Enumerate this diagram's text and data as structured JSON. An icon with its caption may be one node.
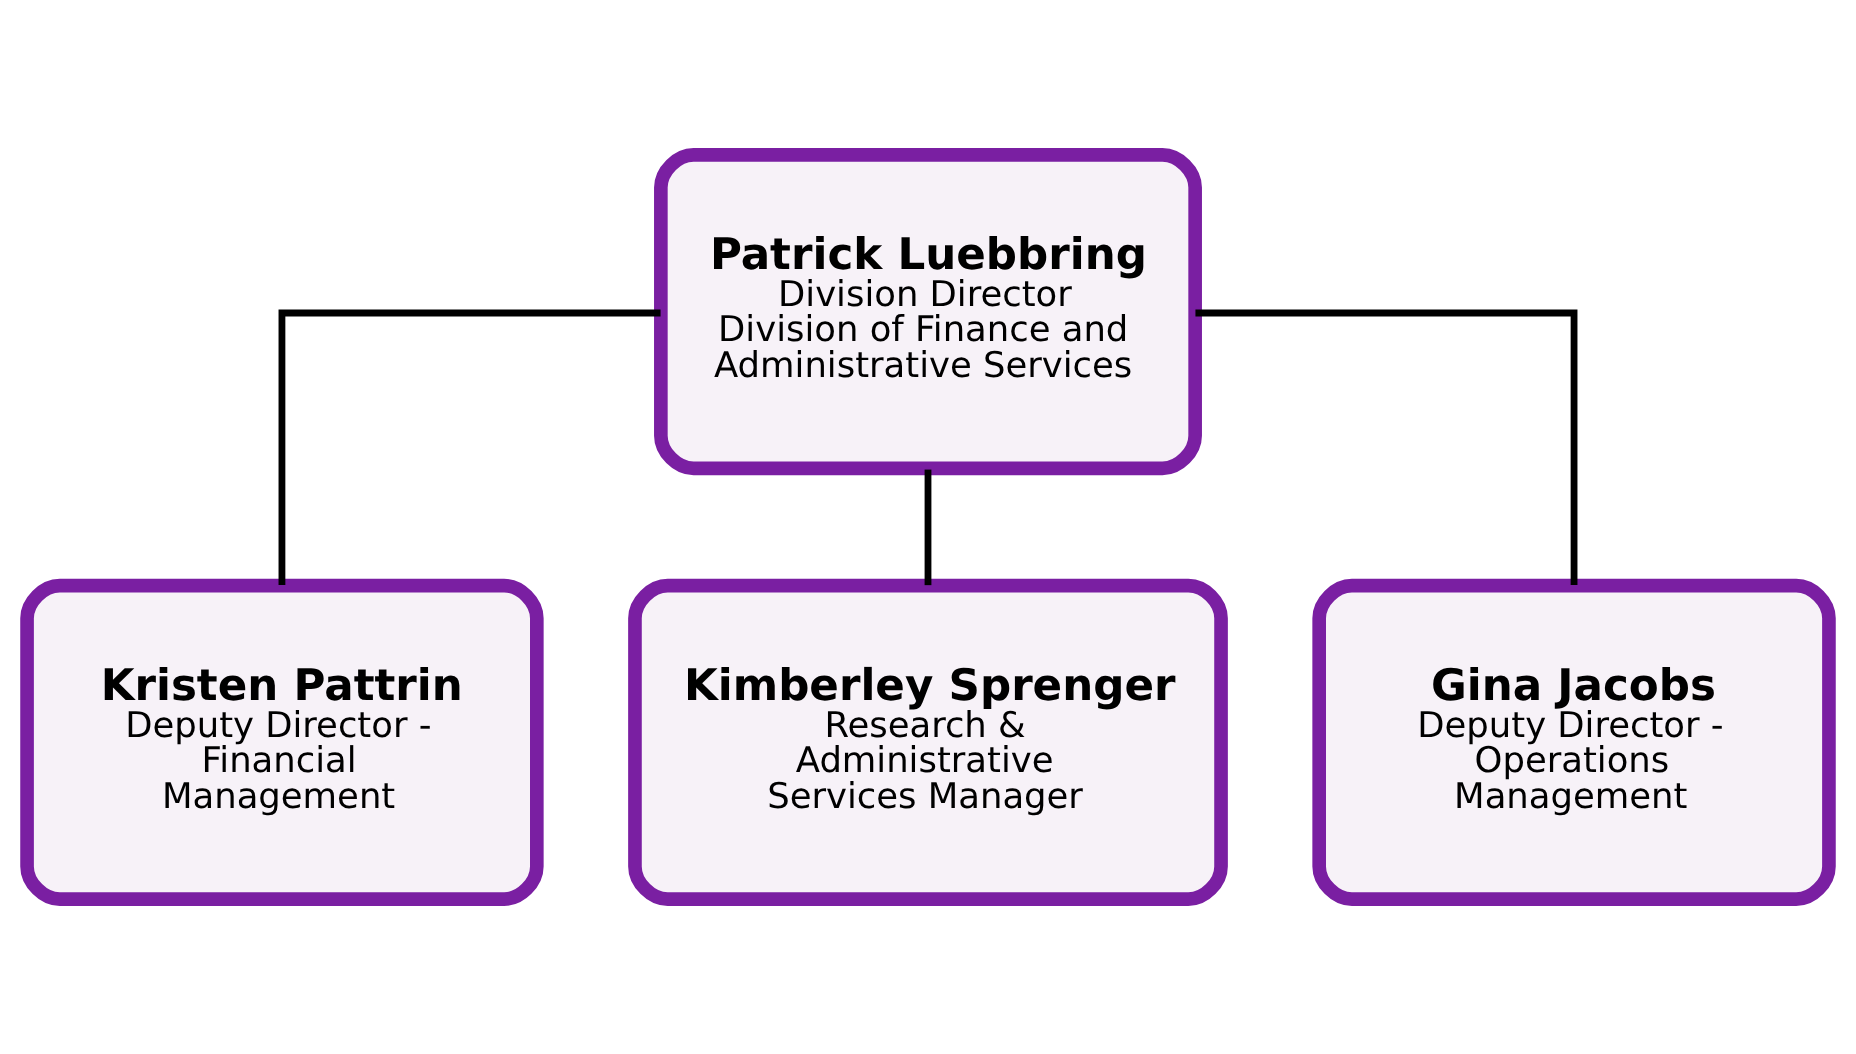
{
  "diagram": {
    "nodes": [
      {
        "text": [
          "Patrick Luebbring",
          "Division Director",
          "Division of Finance and Administrative Services"
        ]
      },
      {
        "text": [
          "Kristen Pattrin",
          "Deputy Director - Financial Management"
        ]
      },
      {
        "text": [
          "Kimberley Sprenger",
          "Research & Administrative Services Manager"
        ]
      },
      {
        "text": [
          "Gina Jacobs",
          "Deputy Director - Operations Management"
        ]
      }
    ],
    "edges": [
      {
        "from": 0,
        "to": 1,
        "arrow": "none"
      },
      {
        "from": 0,
        "to": 2,
        "arrow": "none"
      },
      {
        "from": 0,
        "to": 3,
        "arrow": "none"
      }
    ]
  }
}
